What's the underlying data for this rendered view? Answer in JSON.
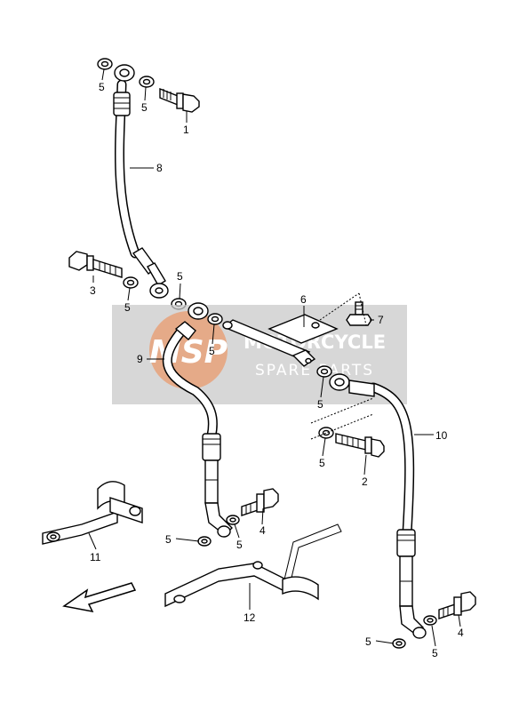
{
  "watermark": {
    "logo_text": "MSP",
    "brand_line1": "MOTORCYCLE",
    "brand_line2": "SPARE PARTS",
    "colors": {
      "panel": "#c9c9c9",
      "logo": "#e8a27a",
      "text": "#ffffff"
    }
  },
  "callouts": [
    {
      "id": "c1",
      "text": "1"
    },
    {
      "id": "c2",
      "text": "2"
    },
    {
      "id": "c3",
      "text": "3"
    },
    {
      "id": "c4a",
      "text": "4"
    },
    {
      "id": "c4b",
      "text": "4"
    },
    {
      "id": "c5a",
      "text": "5"
    },
    {
      "id": "c5b",
      "text": "5"
    },
    {
      "id": "c5c",
      "text": "5"
    },
    {
      "id": "c5d",
      "text": "5"
    },
    {
      "id": "c5e",
      "text": "5"
    },
    {
      "id": "c5f",
      "text": "5"
    },
    {
      "id": "c5g",
      "text": "5"
    },
    {
      "id": "c5h",
      "text": "5"
    },
    {
      "id": "c5i",
      "text": "5"
    },
    {
      "id": "c5j",
      "text": "5"
    },
    {
      "id": "c5k",
      "text": "5"
    },
    {
      "id": "c6",
      "text": "6"
    },
    {
      "id": "c7",
      "text": "7"
    },
    {
      "id": "c8",
      "text": "8"
    },
    {
      "id": "c9",
      "text": "9"
    },
    {
      "id": "c10",
      "text": "10"
    },
    {
      "id": "c11",
      "text": "11"
    },
    {
      "id": "c12",
      "text": "12"
    }
  ],
  "icons": {
    "direction": "front-arrow-icon"
  }
}
